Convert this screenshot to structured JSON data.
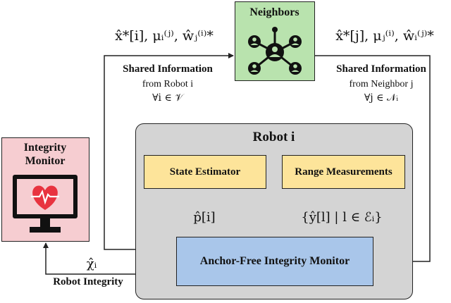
{
  "neighbors": {
    "title": "Neighbors",
    "fill": "#b9e3ae"
  },
  "shared_left": {
    "math": "x̂*[i], μᵢ⁽ʲ⁾, ŵⱼ⁽ⁱ⁾*",
    "title": "Shared Information",
    "line2": "from Robot i",
    "line3": "∀i ∈ 𝒱"
  },
  "shared_right": {
    "math": "x̂*[j], μⱼ⁽ⁱ⁾, ŵᵢ⁽ʲ⁾*",
    "title": "Shared Information",
    "line2": "from Neighbor j",
    "line3": "∀j ∈ 𝒩ᵢ"
  },
  "robot": {
    "title": "Robot i",
    "fill": "#d4d4d4"
  },
  "state_estimator": {
    "label": "State Estimator",
    "fill": "#fde49a"
  },
  "range_measurements": {
    "label": "Range Measurements",
    "fill": "#fde49a"
  },
  "p_hat": "p̂[i]",
  "y_set": "{ŷ[l] | l ∈ ℰᵢ}",
  "anchor_free": {
    "label": "Anchor-Free Integrity Monitor",
    "fill": "#a9c6ea"
  },
  "integrity_monitor": {
    "title_line1": "Integrity",
    "title_line2": "Monitor",
    "fill": "#f6cdd1",
    "heart_color": "#e8333f"
  },
  "chi_hat": "χ̂ᵢ",
  "robot_integrity": "Robot Integrity"
}
